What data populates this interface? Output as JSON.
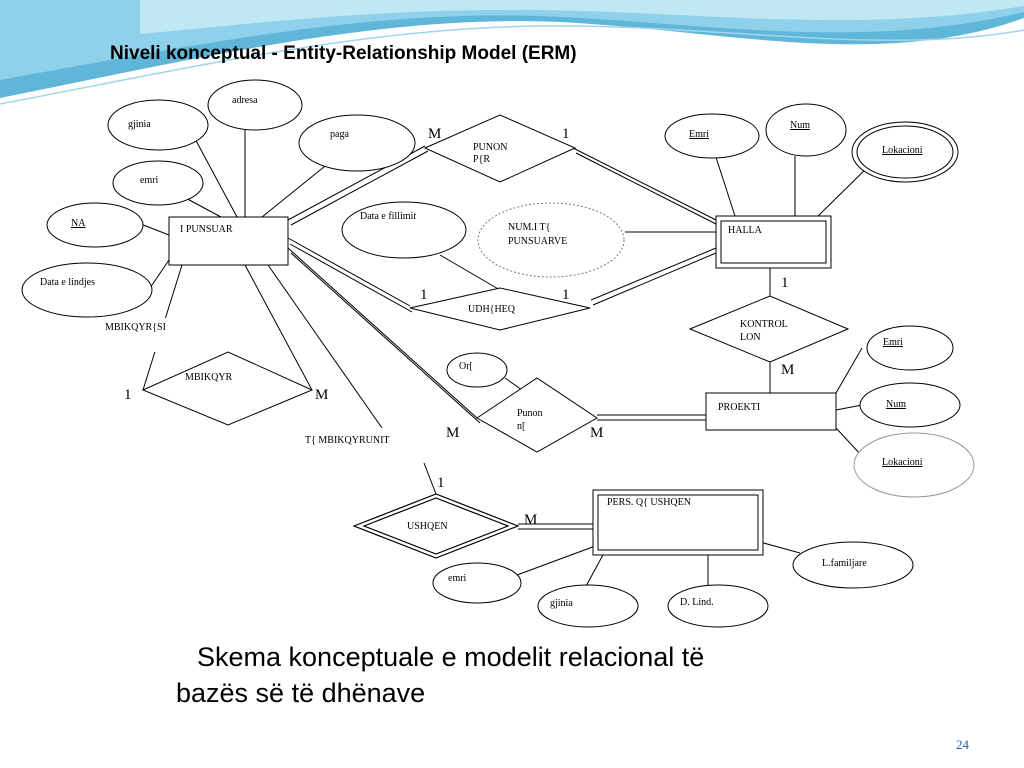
{
  "title": "Niveli konceptual - Entity-Relationship Model (ERM)",
  "caption": {
    "line1": "Skema konceptuale e modelit  relacional të",
    "line2": "bazës së të dhënave"
  },
  "page_number": "24",
  "colors": {
    "page_number": "#1f5fa8",
    "wave_dark": "#5fb6d9",
    "wave_light": "#bfe7f4"
  },
  "entities": {
    "i_punsuar": "I PUNSUAR",
    "halla": "HALLA",
    "proekti": "PROEKTI",
    "pers": "PERS. Q{ USHQEN"
  },
  "relationships": {
    "punon_p": [
      "PUNON",
      "P{R"
    ],
    "udheq": "UDH{HEQ",
    "kontrollon": [
      "KONTROL",
      "LON"
    ],
    "mbikqyr": "MBIKQYR",
    "punon": [
      "Punon",
      "n["
    ],
    "ushqen": "USHQEN"
  },
  "attributes": {
    "adresa": "adresa",
    "gjinia": "gjinia",
    "paga": "paga",
    "emri": "emri",
    "na": "NA",
    "data_lindjes": "Data e lindjes",
    "data_fillimit": "Data e fillimit",
    "num_punsuarve": [
      "NUM.I T{",
      "PUNSUARVE"
    ],
    "halla_emri": "Emri",
    "halla_num": "Num",
    "halla_lokacioni": "Lokacioni",
    "orе": "Or[",
    "proekti_emri": "Emri",
    "proekti_num": "Num",
    "proekti_lokacioni": "Lokacioni",
    "pers_lfamiljare": "L.familjare",
    "pers_emri": "emri",
    "pers_gjinia": "gjinia",
    "pers_dlind": "D. Lind."
  },
  "role_labels": {
    "mbikqyr_si": "MBIKQYR{SI",
    "mbikqyrunit": "T{ MBIKQYRUNIT"
  },
  "cardinalities": {
    "punon_p_left": "M",
    "punon_p_right": "1",
    "udheq_left": "1",
    "udheq_right": "1",
    "halla_kontrollon": "1",
    "kontrollon_proekti": "M",
    "mbikqyr_left": "1",
    "mbikqyr_right": "M",
    "punon_left": "M",
    "punon_right": "M",
    "ushqen_top": "1",
    "ushqen_right": "M"
  }
}
